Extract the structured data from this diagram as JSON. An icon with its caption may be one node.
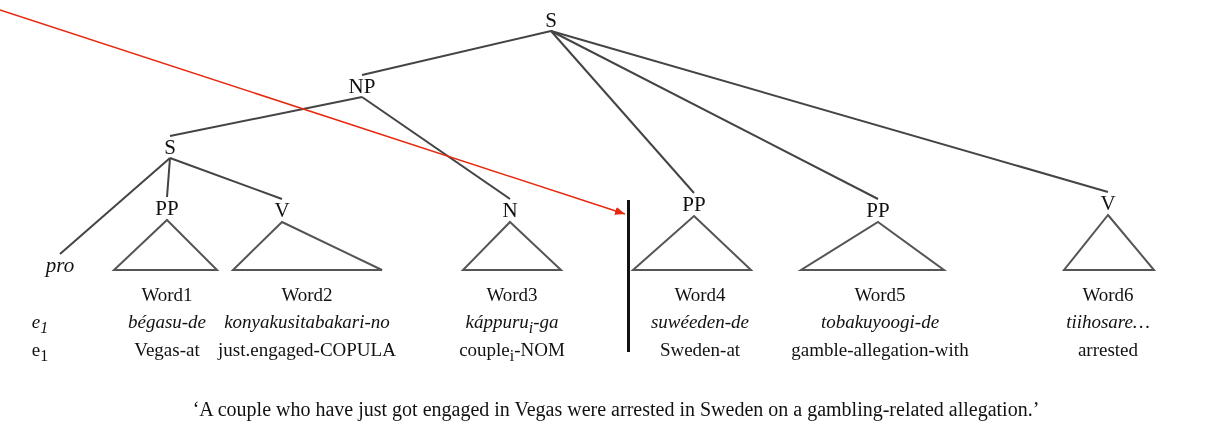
{
  "diagram": {
    "caption": "‘A couple who have just got engaged in Vegas were arrested in Sweden on a gambling-related allegation.’",
    "nodes": [
      {
        "text": [
          "S"
        ]
      },
      {
        "text": [
          "NP"
        ]
      },
      {
        "text": [
          "S"
        ]
      },
      {
        "text": [
          "pro"
        ]
      },
      {
        "text": [
          "PP"
        ]
      },
      {
        "text": [
          "V"
        ]
      },
      {
        "text": [
          "N"
        ]
      },
      {
        "text": [],
        "shape": "bar"
      },
      {
        "text": [
          "PP"
        ]
      },
      {
        "text": [
          "PP"
        ]
      },
      {
        "text": [
          "V"
        ]
      }
    ],
    "edges": [
      {
        "from": 0,
        "to": 1,
        "arrow": "none"
      },
      {
        "from": 0,
        "to": 8,
        "arrow": "none"
      },
      {
        "from": 0,
        "to": 9,
        "arrow": "none"
      },
      {
        "from": 0,
        "to": 10,
        "arrow": "none"
      },
      {
        "from": 1,
        "to": 2,
        "arrow": "none"
      },
      {
        "from": 1,
        "to": 6,
        "arrow": "none"
      },
      {
        "from": 2,
        "to": 3,
        "arrow": "none"
      },
      {
        "from": 2,
        "to": 4,
        "arrow": "none"
      },
      {
        "from": 2,
        "to": 5,
        "arrow": "none"
      },
      {
        "from": null,
        "to": 7,
        "arrow": "to",
        "color": "#e8280e"
      }
    ],
    "labels": [
      "Word1",
      "Word2",
      "Word3",
      "Word4",
      "Word5",
      "Word6",
      "e$_{1}$",
      "bégasu-de",
      "konyakusitabakari-no",
      "káppuru$_{i}$-ga",
      "suwéeden-de",
      "tobakuyoogi-de",
      "tiihosare…",
      "e$_{1}$",
      "Vegas-at",
      "just.engaged-COPULA",
      "couple$_{i}$-NOM",
      "Sweden-at",
      "gamble-allegation-with",
      "arrested"
    ]
  }
}
